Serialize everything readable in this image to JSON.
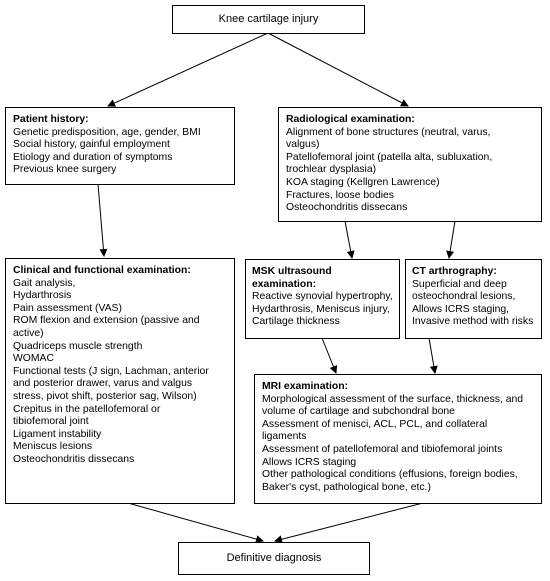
{
  "top": {
    "label": "Knee cartilage injury"
  },
  "history": {
    "title": "Patient history:",
    "lines": [
      "Genetic predisposition, age, gender, BMI",
      "Social history, gainful employment",
      "Etiology and duration of symptoms",
      "Previous knee surgery"
    ]
  },
  "radiology": {
    "title": "Radiological examination:",
    "lines": [
      "Alignment of bone structures (neutral, varus,\nvalgus)",
      "Patellofemoral joint (patella alta, subluxation,\ntrochlear dysplasia)",
      "KOA staging (Kellgren Lawrence)",
      "Fractures, loose bodies",
      "Osteochondritis dissecans"
    ]
  },
  "clinical": {
    "title": "Clinical and functional examination:",
    "lines": [
      "Gait analysis,",
      "Hydarthrosis",
      "Pain assessment (VAS)",
      "ROM flexion and extension (passive and\nactive)",
      "Quadriceps muscle strength",
      "WOMAC",
      "Functional tests (J sign, Lachman, anterior\nand posterior drawer, varus and valgus\nstress, pivot shift, posterior sag, Wilson)",
      "Crepitus in the patellofemoral or\ntibiofemoral joint",
      "Ligament instability",
      "Meniscus lesions",
      "Osteochondritis dissecans"
    ]
  },
  "msk": {
    "title": "MSK ultrasound\nexamination:",
    "lines": [
      "Reactive synovial hypertrophy,",
      "Hydarthrosis, Meniscus injury,",
      "Cartilage thickness"
    ]
  },
  "ct": {
    "title": "CT arthrography:",
    "lines": [
      "Superficial and deep\nosteochondral lesions,",
      "Allows ICRS staging,",
      "Invasive method with risks"
    ]
  },
  "mri": {
    "title": "MRI examination:",
    "lines": [
      "Morphological assessment of the surface, thickness, and\n volume of cartilage and subchondral bone",
      "Assessment of menisci, ACL, PCL, and collateral ligaments",
      "Assessment of patellofemoral and tibiofemoral joints",
      "Allows ICRS staging",
      "Other pathological conditions (effusions, foreign bodies,\nBaker's cyst, pathological bone, etc.)"
    ]
  },
  "final": {
    "label": "Definitive diagnosis"
  }
}
